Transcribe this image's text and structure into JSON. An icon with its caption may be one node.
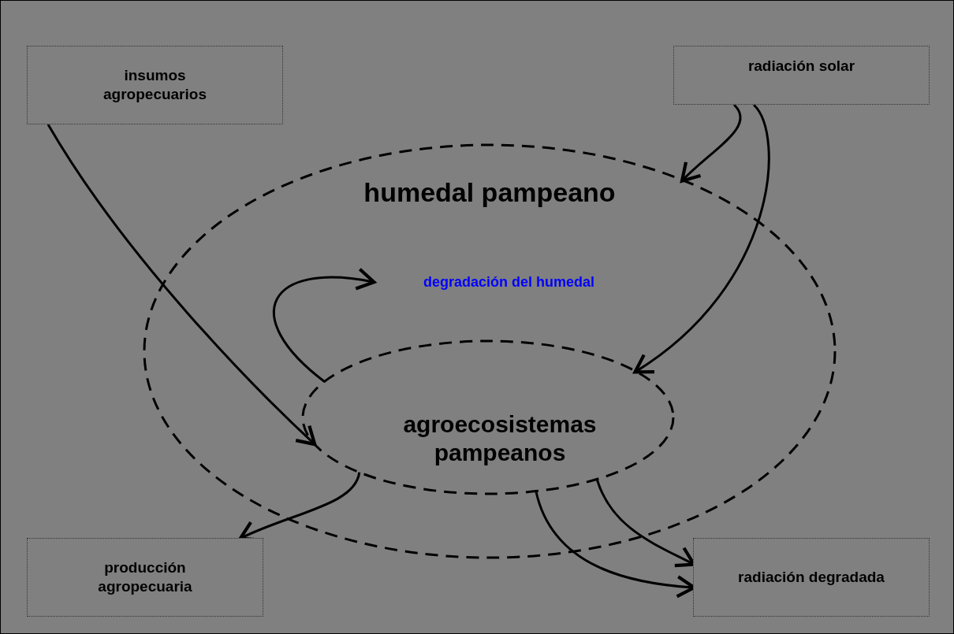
{
  "diagram": {
    "nodes": [
      {
        "text": [
          "insumos agropecuarios"
        ]
      },
      {
        "text": [
          "radiación solar"
        ]
      },
      {
        "text": [
          "humedal pampeano"
        ]
      },
      {
        "text": [
          "agroecosistemas pampeanos"
        ],
        "in": 2
      },
      {
        "text": [
          "degradación del humedal"
        ],
        "in": 2
      },
      {
        "text": [
          "producción agropecuaria"
        ]
      },
      {
        "text": [
          "radiación degradada"
        ]
      }
    ],
    "edges": [
      {
        "from": 0,
        "to": 3,
        "arrow": "to"
      },
      {
        "from": 1,
        "to": 2,
        "arrow": "to"
      },
      {
        "from": 1,
        "to": 3,
        "arrow": "to"
      },
      {
        "from": 3,
        "to": 4,
        "arrow": "to"
      },
      {
        "from": 3,
        "to": 5,
        "arrow": "to"
      },
      {
        "from": 3,
        "to": 6,
        "arrow": "to"
      },
      {
        "from": 3,
        "to": 6,
        "arrow": "to"
      }
    ]
  }
}
